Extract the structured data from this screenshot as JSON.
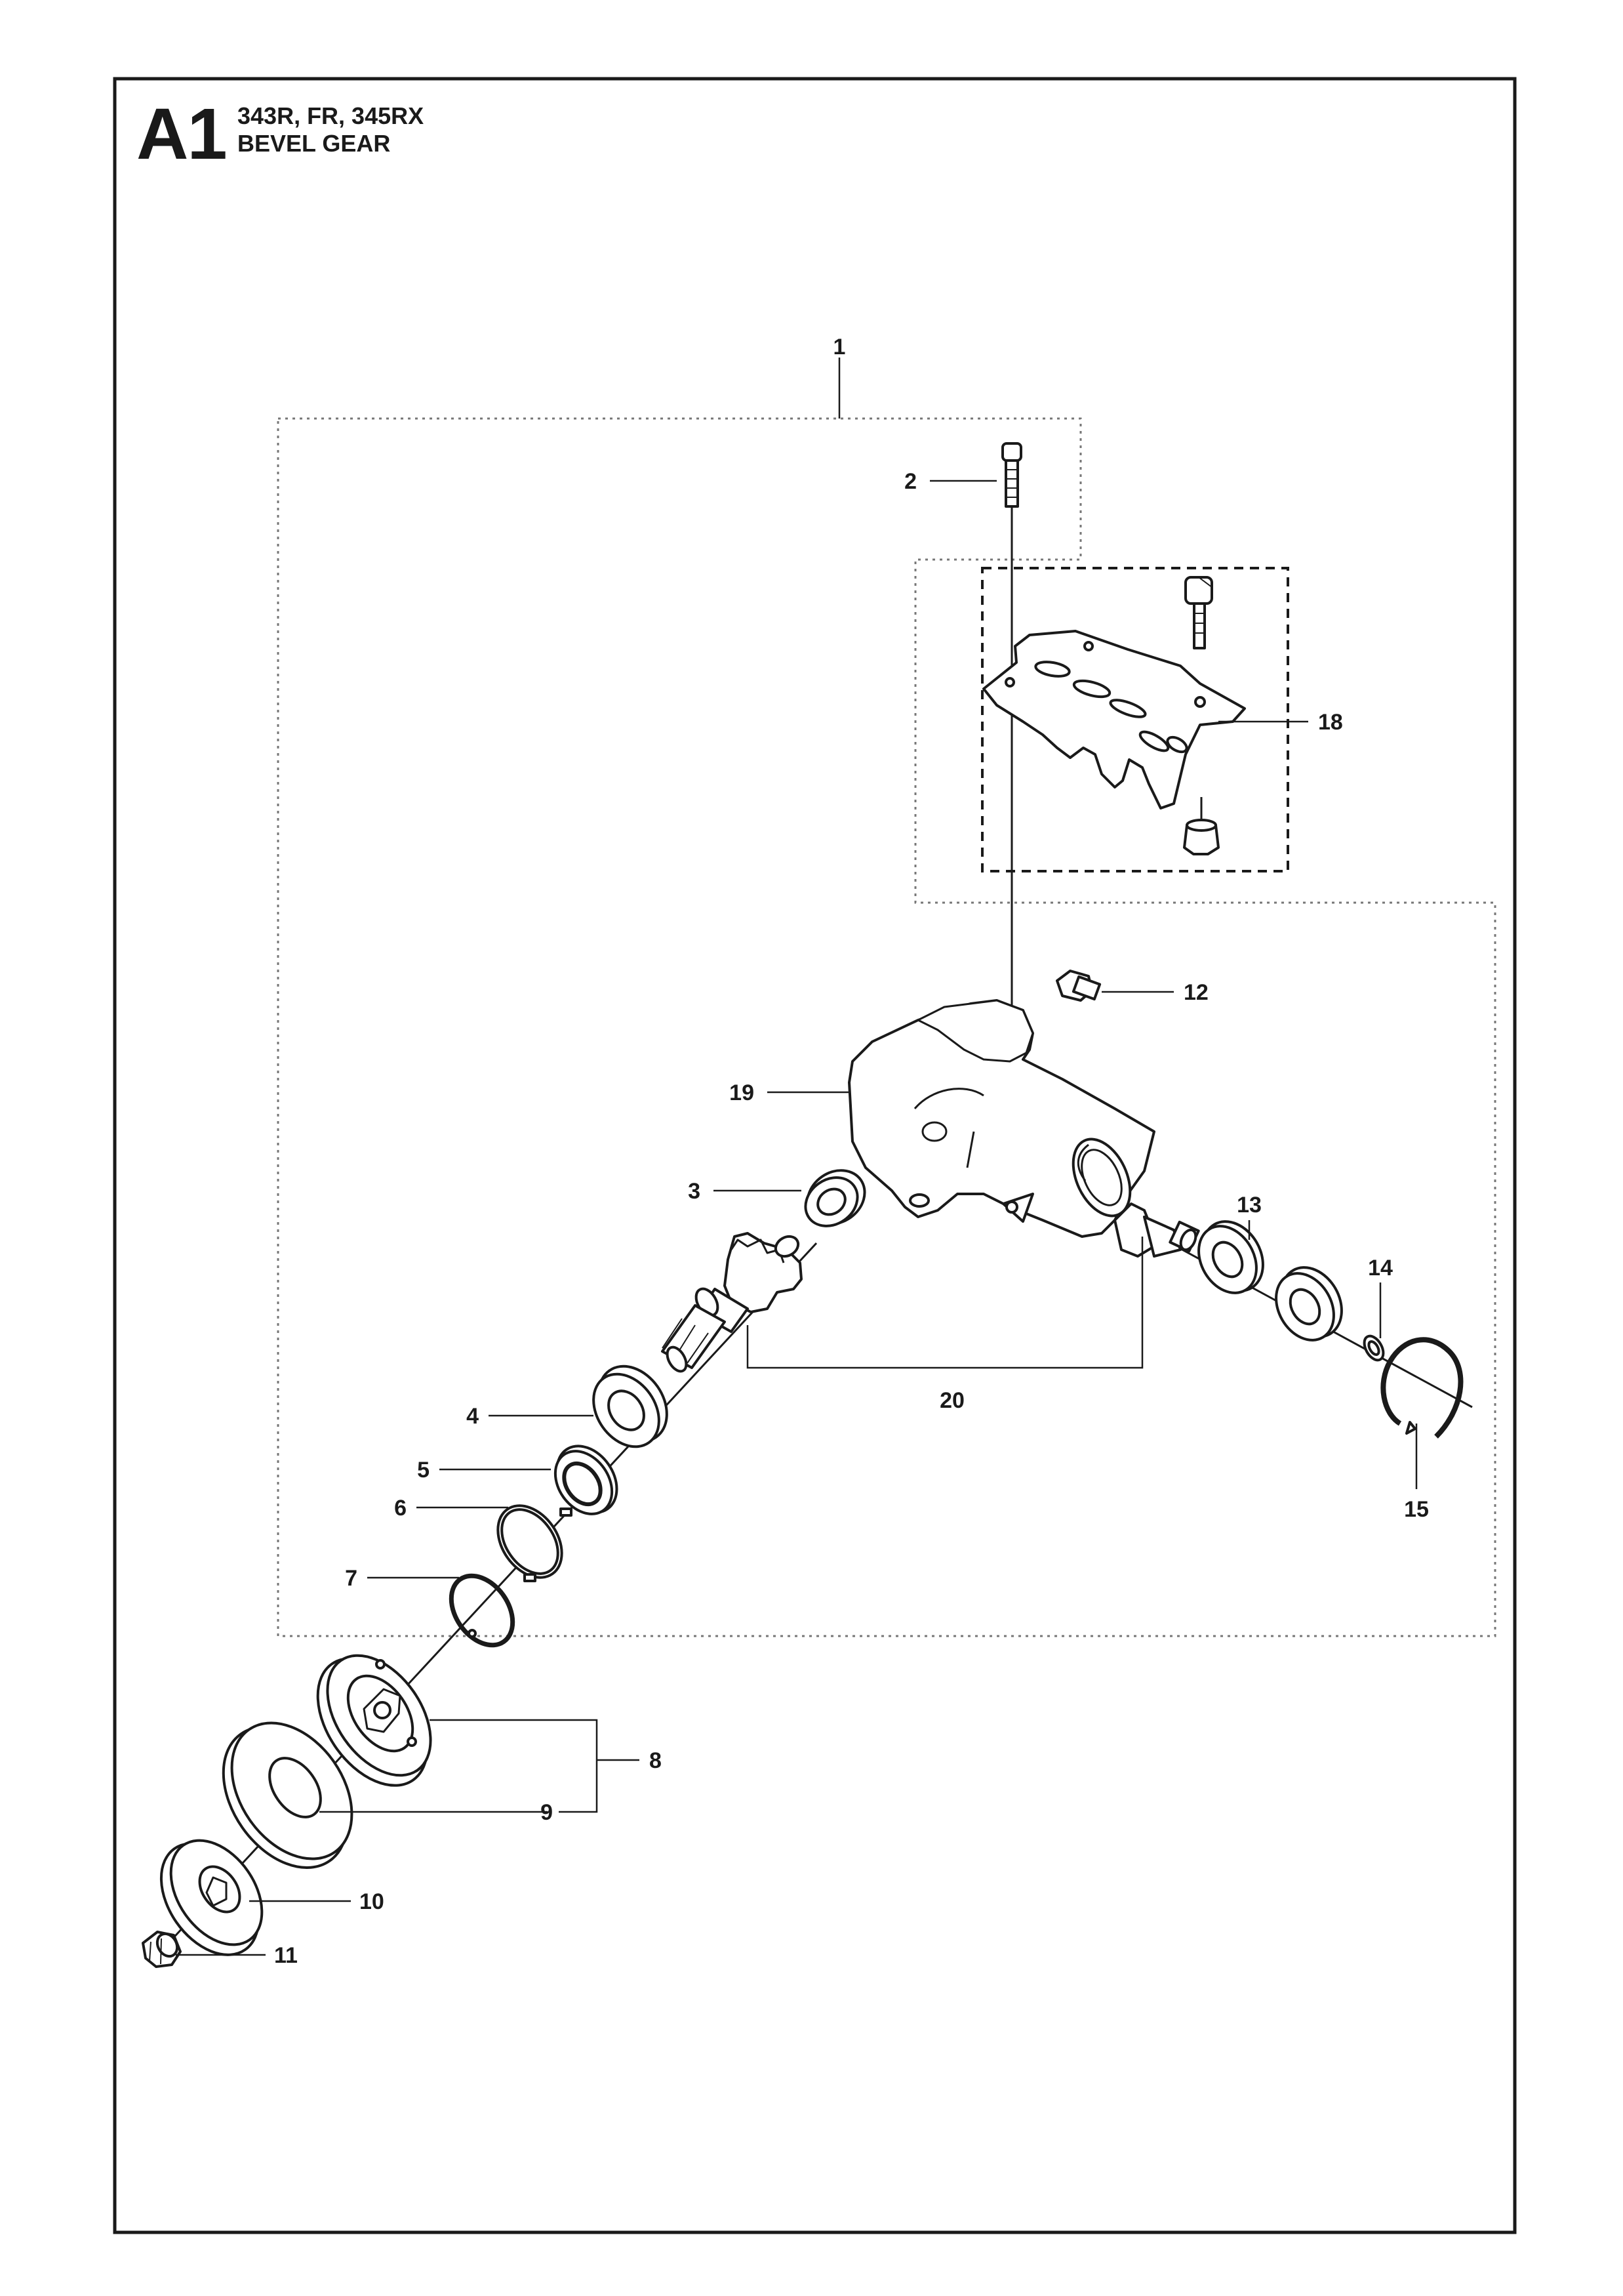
{
  "header": {
    "section_code": "A1",
    "models": "343R, FR, 345RX",
    "title": "BEVEL GEAR"
  },
  "callouts": [
    "1",
    "2",
    "3",
    "4",
    "5",
    "6",
    "7",
    "8",
    "9",
    "10",
    "11",
    "12",
    "13",
    "14",
    "15",
    "18",
    "19",
    "20"
  ],
  "colors": {
    "ink": "#1a1a1a",
    "paper": "#ffffff",
    "dotted_box": "#777777"
  }
}
